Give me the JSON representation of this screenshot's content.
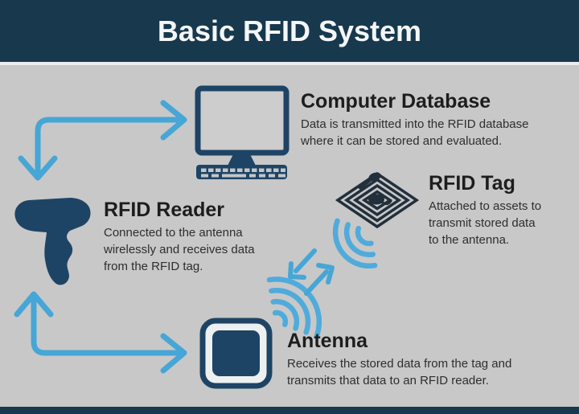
{
  "header": {
    "title": "Basic RFID System"
  },
  "colors": {
    "header_bg": "#17384d",
    "body_bg": "#c8c8c8",
    "divider": "#e9eded",
    "title_text": "#f4f6f7",
    "heading_text": "#1d1d1d",
    "body_text": "#2e2e2e",
    "icon_navy": "#1e4465",
    "tag_navy": "#22303c",
    "arrow_blue": "#46a6d6",
    "wave_blue": "#4fabdb",
    "screen_fill": "#cdcdcd",
    "ring_light": "#edf0f0",
    "key_fill": "#c4c6c8"
  },
  "nodes": {
    "computer": {
      "label": "Computer Database",
      "description": "Data is transmitted into the RFID database\nwhere it can be stored and evaluated."
    },
    "reader": {
      "label": "RFID Reader",
      "description": "Connected to the antenna\nwirelessly and receives data\nfrom the RFID tag."
    },
    "tag": {
      "label": "RFID Tag",
      "description": "Attached to assets to\ntransmit stored data\nto the antenna."
    },
    "antenna": {
      "label": "Antenna",
      "description": "Receives the stored data from the tag and\ntransmits that data to an RFID reader."
    }
  }
}
